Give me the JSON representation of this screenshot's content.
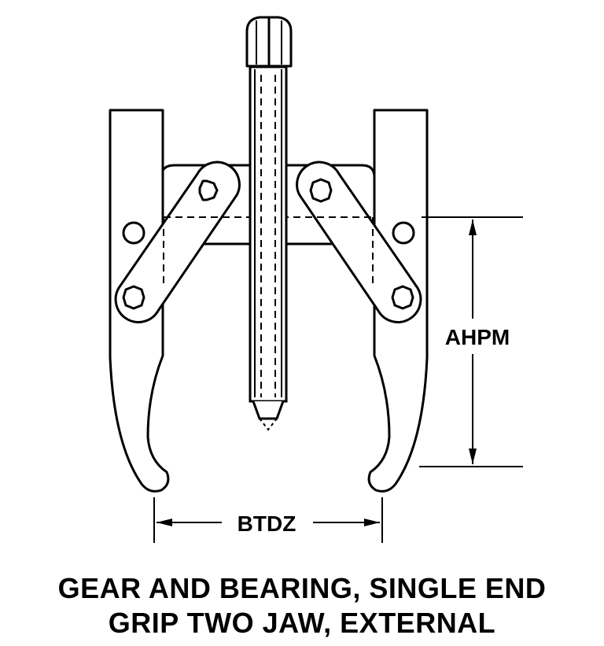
{
  "diagram": {
    "dimension_height_label": "AHPM",
    "dimension_width_label": "BTDZ"
  },
  "caption": {
    "line1": "GEAR AND BEARING, SINGLE END",
    "line2": "GRIP TWO JAW, EXTERNAL"
  }
}
